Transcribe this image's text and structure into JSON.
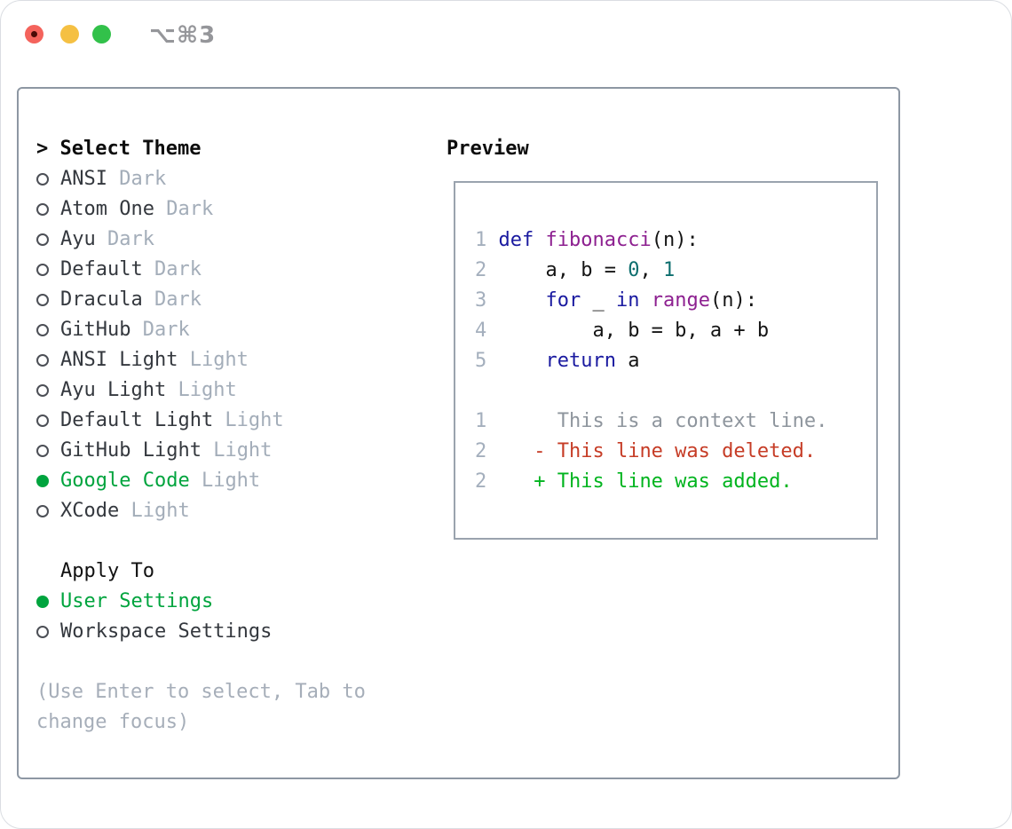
{
  "window": {
    "shortcut": "⌥⌘3"
  },
  "colors": {
    "accent_green": "#00a43e",
    "diff_added_green": "#00b41e",
    "diff_deleted_red": "#c63c26",
    "keyword_blue": "#1a1aa0",
    "function_purple": "#8d2090",
    "literal_teal": "#0d6e6e",
    "muted_gray": "#a3adb9",
    "panel_border": "#8d97a3",
    "traffic_red": "#f4635c",
    "traffic_yellow": "#f5c043",
    "traffic_green": "#32c14a"
  },
  "left": {
    "prompt": ">",
    "header": "Select Theme",
    "themes": [
      {
        "name": "ANSI",
        "variant": "Dark",
        "selected": false
      },
      {
        "name": "Atom One",
        "variant": "Dark",
        "selected": false
      },
      {
        "name": "Ayu",
        "variant": "Dark",
        "selected": false
      },
      {
        "name": "Default",
        "variant": "Dark",
        "selected": false
      },
      {
        "name": "Dracula",
        "variant": "Dark",
        "selected": false
      },
      {
        "name": "GitHub",
        "variant": "Dark",
        "selected": false
      },
      {
        "name": "ANSI Light",
        "variant": "Light",
        "selected": false
      },
      {
        "name": "Ayu Light",
        "variant": "Light",
        "selected": false
      },
      {
        "name": "Default Light",
        "variant": "Light",
        "selected": false
      },
      {
        "name": "GitHub Light",
        "variant": "Light",
        "selected": false
      },
      {
        "name": "Google Code",
        "variant": "Light",
        "selected": true
      },
      {
        "name": "XCode",
        "variant": "Light",
        "selected": false
      }
    ],
    "apply_header": "Apply To",
    "apply_options": [
      {
        "name": "User Settings",
        "selected": true
      },
      {
        "name": "Workspace Settings",
        "selected": false
      }
    ],
    "hint_lines": [
      "(Use Enter to select, Tab to",
      "change focus)"
    ]
  },
  "preview": {
    "title": "Preview",
    "code_lines": [
      {
        "num": "1",
        "tokens": [
          {
            "t": "def",
            "c": "keyword"
          },
          {
            "t": " ",
            "c": "plain"
          },
          {
            "t": "fibonacci",
            "c": "function"
          },
          {
            "t": "(n):",
            "c": "plain"
          }
        ]
      },
      {
        "num": "2",
        "tokens": [
          {
            "t": "    a, b = ",
            "c": "plain"
          },
          {
            "t": "0",
            "c": "literal"
          },
          {
            "t": ", ",
            "c": "plain"
          },
          {
            "t": "1",
            "c": "literal"
          }
        ]
      },
      {
        "num": "3",
        "tokens": [
          {
            "t": "    ",
            "c": "plain"
          },
          {
            "t": "for",
            "c": "keyword"
          },
          {
            "t": " _ ",
            "c": "plain"
          },
          {
            "t": "in",
            "c": "keyword"
          },
          {
            "t": " ",
            "c": "plain"
          },
          {
            "t": "range",
            "c": "function"
          },
          {
            "t": "(n):",
            "c": "plain"
          }
        ]
      },
      {
        "num": "4",
        "tokens": [
          {
            "t": "        a, b = b, a + b",
            "c": "plain"
          }
        ]
      },
      {
        "num": "5",
        "tokens": [
          {
            "t": "    ",
            "c": "plain"
          },
          {
            "t": "return",
            "c": "keyword"
          },
          {
            "t": " a",
            "c": "plain"
          }
        ]
      }
    ],
    "diff_lines": [
      {
        "num": "1",
        "type": "context",
        "text": "     This is a context line."
      },
      {
        "num": "2",
        "type": "deleted",
        "text": "   - This line was deleted."
      },
      {
        "num": "2",
        "type": "added",
        "text": "   + This line was added."
      }
    ]
  }
}
